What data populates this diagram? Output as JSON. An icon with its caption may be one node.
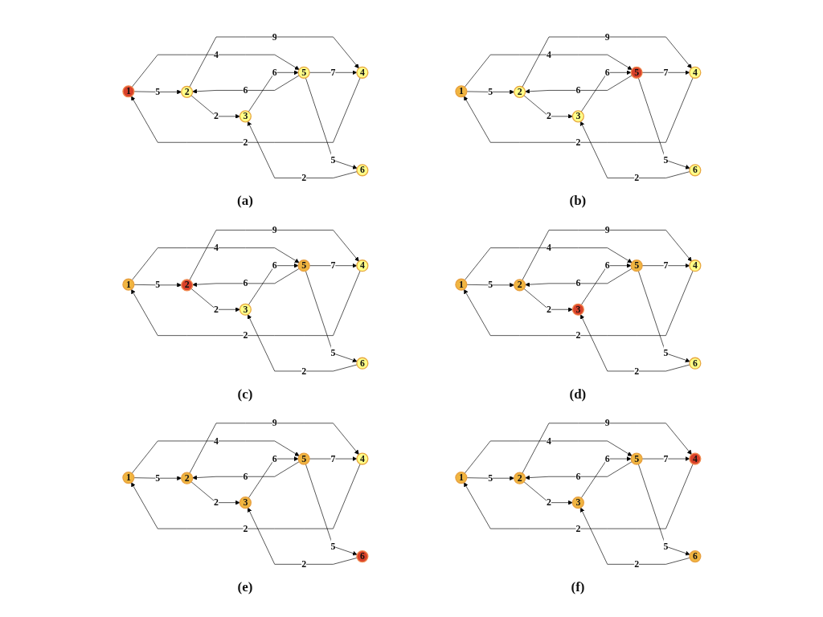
{
  "diagram": {
    "nodes": [
      {
        "text": [
          "1"
        ]
      },
      {
        "text": [
          "2"
        ]
      },
      {
        "text": [
          "3"
        ]
      },
      {
        "text": [
          "4"
        ]
      },
      {
        "text": [
          "5"
        ]
      },
      {
        "text": [
          "6"
        ]
      },
      {
        "text": [
          "1"
        ]
      },
      {
        "text": [
          "2"
        ]
      },
      {
        "text": [
          "3"
        ]
      },
      {
        "text": [
          "4"
        ]
      },
      {
        "text": [
          "5"
        ]
      },
      {
        "text": [
          "6"
        ]
      },
      {
        "text": [
          "1"
        ]
      },
      {
        "text": [
          "2"
        ]
      },
      {
        "text": [
          "3"
        ]
      },
      {
        "text": [
          "4"
        ]
      },
      {
        "text": [
          "5"
        ]
      },
      {
        "text": [
          "6"
        ]
      },
      {
        "text": [
          "1"
        ]
      },
      {
        "text": [
          "2"
        ]
      },
      {
        "text": [
          "3"
        ]
      },
      {
        "text": [
          "4"
        ]
      },
      {
        "text": [
          "5"
        ]
      },
      {
        "text": [
          "6"
        ]
      },
      {
        "text": [
          "1"
        ]
      },
      {
        "text": [
          "2"
        ]
      },
      {
        "text": [
          "3"
        ]
      },
      {
        "text": [
          "4"
        ]
      },
      {
        "text": [
          "5"
        ]
      },
      {
        "text": [
          "6"
        ]
      },
      {
        "text": [
          "1"
        ]
      },
      {
        "text": [
          "2"
        ]
      },
      {
        "text": [
          "3"
        ]
      },
      {
        "text": [
          "4"
        ]
      },
      {
        "text": [
          "5"
        ]
      },
      {
        "text": [
          "6"
        ]
      }
    ],
    "edges": [
      {
        "from": 0,
        "to": 1,
        "arrow": "to",
        "label": "5"
      },
      {
        "from": 1,
        "to": 2,
        "arrow": "to",
        "label": "2"
      },
      {
        "from": 3,
        "to": 0,
        "arrow": "to",
        "label": "2"
      },
      {
        "from": 0,
        "to": 4,
        "arrow": "to",
        "label": "4"
      },
      {
        "from": 1,
        "to": 3,
        "arrow": "to",
        "label": "9"
      },
      {
        "from": 4,
        "to": 1,
        "arrow": "to",
        "label": "6"
      },
      {
        "from": 2,
        "to": 4,
        "arrow": "to",
        "label": "6"
      },
      {
        "from": 5,
        "to": 2,
        "arrow": "to",
        "label": "2"
      },
      {
        "from": 4,
        "to": 3,
        "arrow": "to",
        "label": "7"
      },
      {
        "from": 4,
        "to": 5,
        "arrow": "to",
        "label": "5"
      },
      {
        "from": 6,
        "to": 7,
        "arrow": "to",
        "label": "5"
      },
      {
        "from": 7,
        "to": 8,
        "arrow": "to",
        "label": "2"
      },
      {
        "from": 9,
        "to": 6,
        "arrow": "to",
        "label": "2"
      },
      {
        "from": 6,
        "to": 10,
        "arrow": "to",
        "label": "4"
      },
      {
        "from": 7,
        "to": 9,
        "arrow": "to",
        "label": "9"
      },
      {
        "from": 10,
        "to": 7,
        "arrow": "to",
        "label": "6"
      },
      {
        "from": 8,
        "to": 10,
        "arrow": "to",
        "label": "6"
      },
      {
        "from": 11,
        "to": 8,
        "arrow": "to",
        "label": "2"
      },
      {
        "from": 10,
        "to": 9,
        "arrow": "to",
        "label": "7"
      },
      {
        "from": 10,
        "to": 11,
        "arrow": "to",
        "label": "5"
      },
      {
        "from": 12,
        "to": 13,
        "arrow": "to",
        "label": "5"
      },
      {
        "from": 13,
        "to": 14,
        "arrow": "to",
        "label": "2"
      },
      {
        "from": 15,
        "to": 12,
        "arrow": "to",
        "label": "2"
      },
      {
        "from": 12,
        "to": 16,
        "arrow": "to",
        "label": "4"
      },
      {
        "from": 13,
        "to": 15,
        "arrow": "to",
        "label": "9"
      },
      {
        "from": 16,
        "to": 13,
        "arrow": "to",
        "label": "6"
      },
      {
        "from": 14,
        "to": 16,
        "arrow": "to",
        "label": "6"
      },
      {
        "from": 17,
        "to": 14,
        "arrow": "to",
        "label": "2"
      },
      {
        "from": 16,
        "to": 15,
        "arrow": "to",
        "label": "7"
      },
      {
        "from": 16,
        "to": 17,
        "arrow": "to",
        "label": "5"
      },
      {
        "from": 18,
        "to": 19,
        "arrow": "to",
        "label": "5"
      },
      {
        "from": 19,
        "to": 20,
        "arrow": "to",
        "label": "2"
      },
      {
        "from": 21,
        "to": 18,
        "arrow": "to",
        "label": "2"
      },
      {
        "from": 18,
        "to": 22,
        "arrow": "to",
        "label": "4"
      },
      {
        "from": 19,
        "to": 21,
        "arrow": "to",
        "label": "9"
      },
      {
        "from": 22,
        "to": 19,
        "arrow": "to",
        "label": "6"
      },
      {
        "from": 20,
        "to": 22,
        "arrow": "to",
        "label": "6"
      },
      {
        "from": 23,
        "to": 20,
        "arrow": "to",
        "label": "2"
      },
      {
        "from": 22,
        "to": 21,
        "arrow": "to",
        "label": "7"
      },
      {
        "from": 22,
        "to": 23,
        "arrow": "to",
        "label": "5"
      },
      {
        "from": 24,
        "to": 25,
        "arrow": "to",
        "label": "5"
      },
      {
        "from": 25,
        "to": 26,
        "arrow": "to",
        "label": "2"
      },
      {
        "from": 27,
        "to": 24,
        "arrow": "to",
        "label": "2"
      },
      {
        "from": 24,
        "to": 28,
        "arrow": "to",
        "label": "4"
      },
      {
        "from": 25,
        "to": 27,
        "arrow": "to",
        "label": "9"
      },
      {
        "from": 28,
        "to": 25,
        "arrow": "to",
        "label": "6"
      },
      {
        "from": 26,
        "to": 28,
        "arrow": "to",
        "label": "6"
      },
      {
        "from": 29,
        "to": 26,
        "arrow": "to",
        "label": "2"
      },
      {
        "from": 28,
        "to": 27,
        "arrow": "to",
        "label": "7"
      },
      {
        "from": 28,
        "to": 29,
        "arrow": "to",
        "label": "5"
      },
      {
        "from": 30,
        "to": 31,
        "arrow": "to",
        "label": "5"
      },
      {
        "from": 31,
        "to": 32,
        "arrow": "to",
        "label": "2"
      },
      {
        "from": 33,
        "to": 30,
        "arrow": "to",
        "label": "2"
      },
      {
        "from": 30,
        "to": 34,
        "arrow": "to",
        "label": "4"
      },
      {
        "from": 31,
        "to": 33,
        "arrow": "to",
        "label": "9"
      },
      {
        "from": 34,
        "to": 31,
        "arrow": "to",
        "label": "6"
      },
      {
        "from": 32,
        "to": 34,
        "arrow": "to",
        "label": "6"
      },
      {
        "from": 35,
        "to": 32,
        "arrow": "to",
        "label": "2"
      },
      {
        "from": 34,
        "to": 33,
        "arrow": "to",
        "label": "7"
      },
      {
        "from": 34,
        "to": 35,
        "arrow": "to",
        "label": "5"
      }
    ],
    "labels": [
      "(a)",
      "(b)",
      "(c)",
      "(d)",
      "(e)",
      "(f)"
    ]
  }
}
